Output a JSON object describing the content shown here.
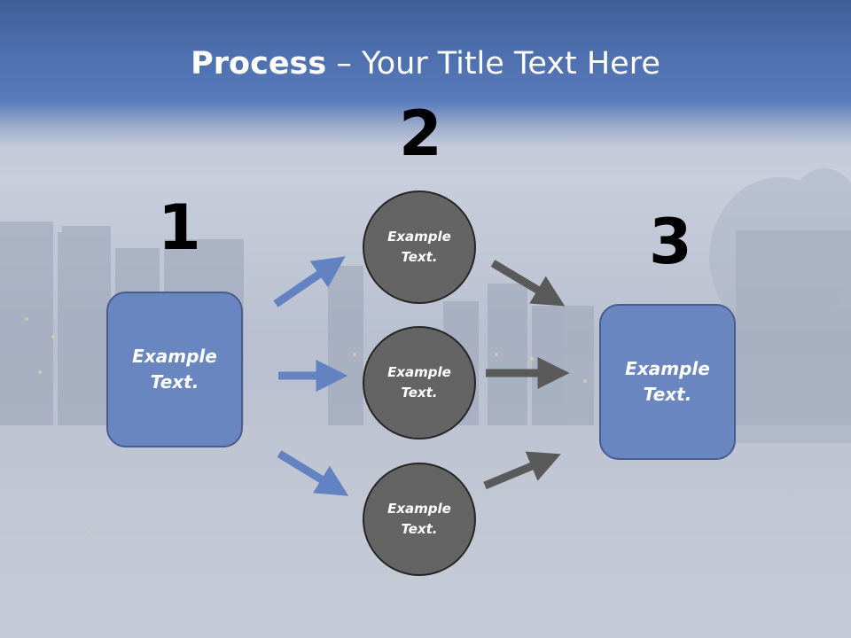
{
  "slide": {
    "title_bold": "Process",
    "title_rest": " – Your Title Text Here"
  },
  "steps": {
    "step1": {
      "number": "1",
      "text": "Example Text."
    },
    "step2": {
      "number": "2",
      "circles": [
        "Example Text.",
        "Example Text.",
        "Example Text."
      ]
    },
    "step3": {
      "number": "3",
      "text": "Example Text."
    }
  },
  "colors": {
    "box_fill": "#6a86c1",
    "circle_fill": "#646464",
    "arrow_blue": "#6382c2",
    "arrow_gray": "#5a5a5a",
    "header_blue": "#4e6fae"
  }
}
